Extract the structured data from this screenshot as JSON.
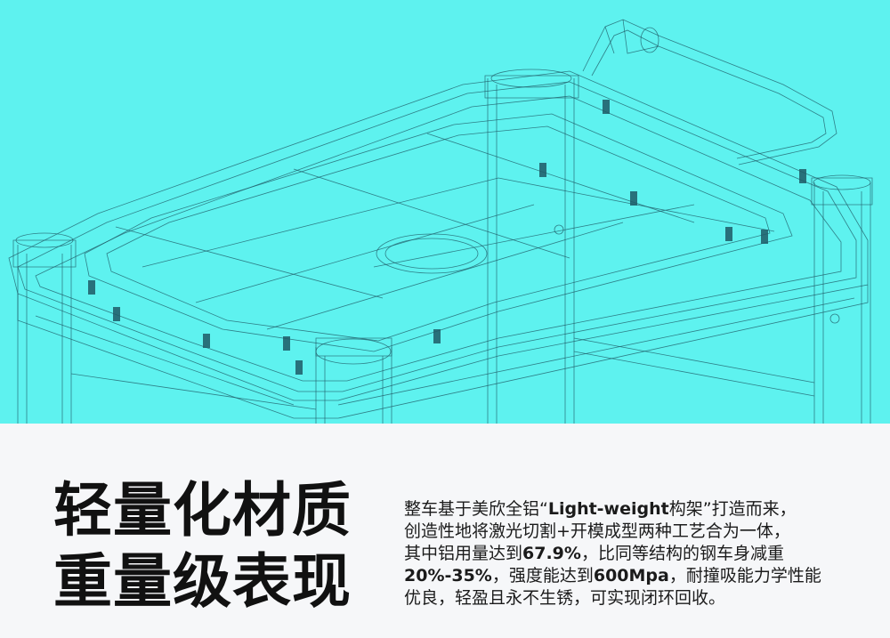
{
  "headline": {
    "line1": "轻量化材质",
    "line2": "重量级表现"
  },
  "description": {
    "l1a": "整车基于美欣全铝“",
    "l1b": "Light-weight",
    "l1c": "构架”打造而来，",
    "l2": "创造性地将激光切割+开模成型两种工艺合为一体，",
    "l3a": "其中铝用量达到",
    "l3b": "67.9%",
    "l3c": "，比同等结构的钢车身减重",
    "l4a": "20%-35%",
    "l4b": "，强度能达到",
    "l4c": "600Mpa",
    "l4d": "，耐撞吸能力学性能",
    "l5": "优良，轻盈且永不生锈，可实现闭环回收。"
  },
  "colors": {
    "hero_background": "#5ef2ef",
    "panel_background": "#f6f7f9",
    "wireframe_line": "#1f5a66"
  },
  "illustration": "aluminium-frame-wireframe"
}
